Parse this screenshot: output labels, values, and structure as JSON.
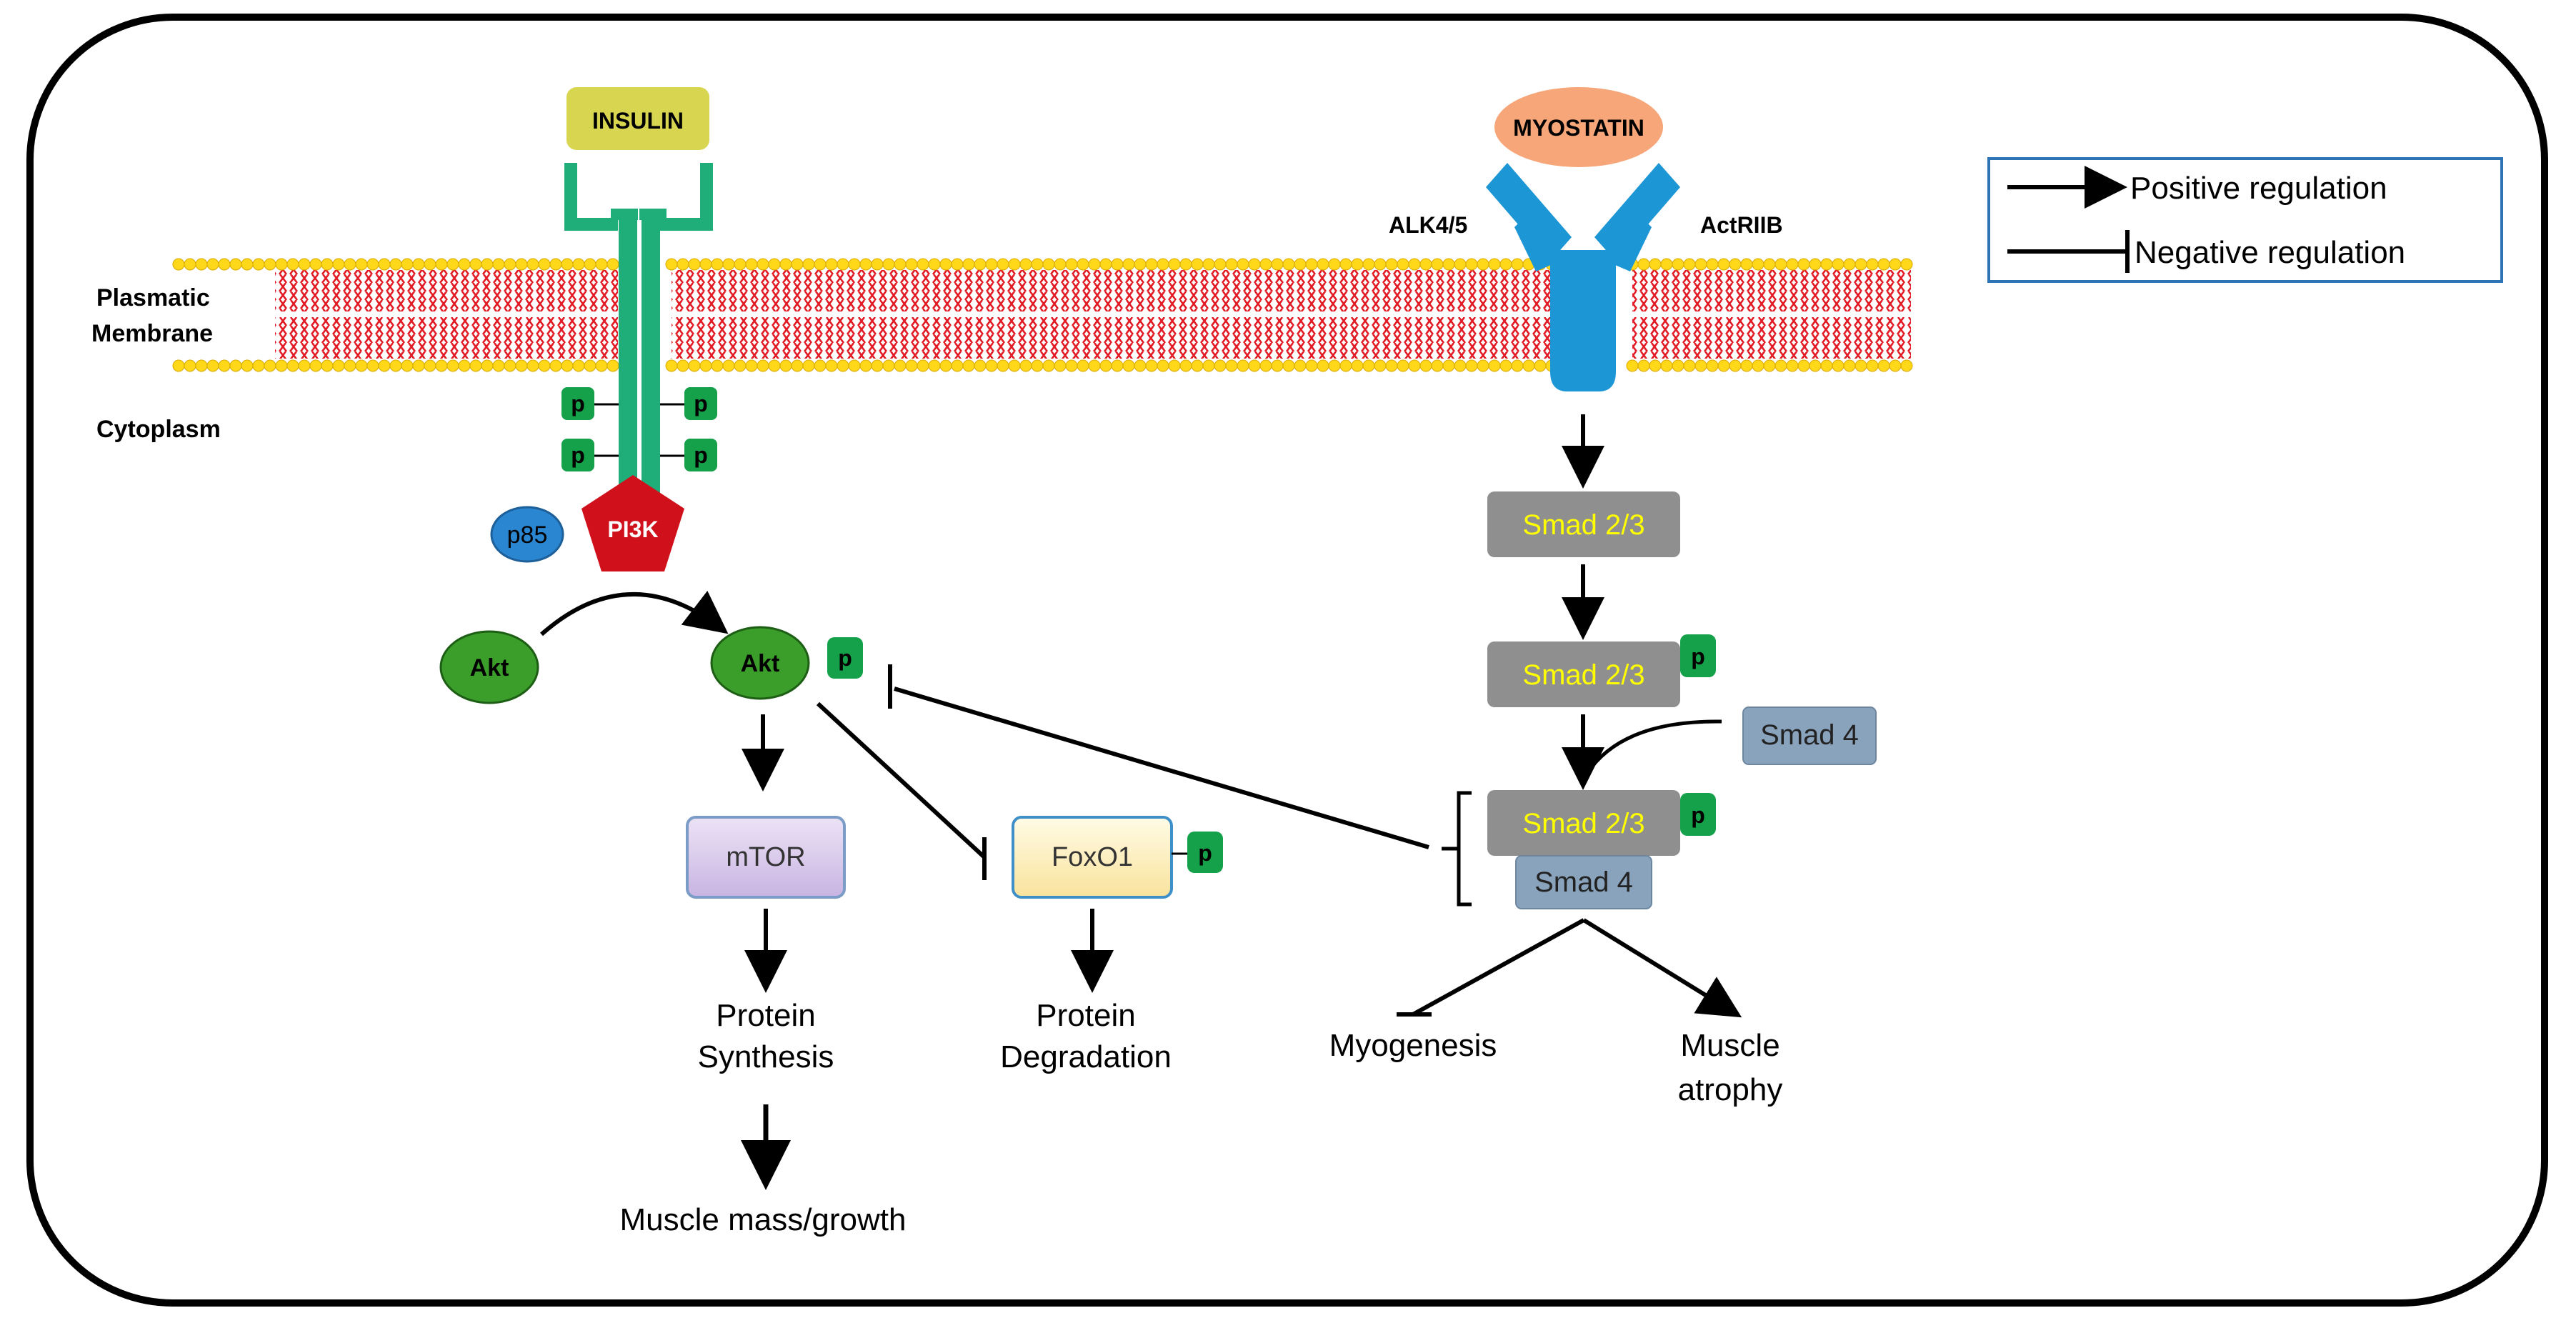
{
  "membrane": {
    "label_line1": "Plasmatic",
    "label_line2": "Membrane",
    "cytoplasm_label": "Cytoplasm"
  },
  "insulin_pathway": {
    "ligand": "INSULIN",
    "phospho_label": "p",
    "p85": "p85",
    "pi3k": "PI3K",
    "akt": "Akt",
    "akt_phospho": "Akt",
    "mtor": "mTOR",
    "foxo1": "FoxO1",
    "protein_synthesis_line1": "Protein",
    "protein_synthesis_line2": "Synthesis",
    "protein_degradation_line1": "Protein",
    "protein_degradation_line2": "Degradation",
    "muscle_mass": "Muscle mass/growth"
  },
  "myostatin_pathway": {
    "ligand": "MYOSTATIN",
    "receptor_left": "ALK4/5",
    "receptor_right": "ActRIIB",
    "smad23": "Smad 2/3",
    "smad4": "Smad 4",
    "myogenesis": "Myogenesis",
    "muscle_atrophy_line1": "Muscle",
    "muscle_atrophy_line2": "atrophy"
  },
  "legend": {
    "positive": "Positive regulation",
    "negative": "Negative regulation"
  },
  "colors": {
    "receptor_green": "#1fae7a",
    "phospho_green": "#15a04a",
    "akt_green": "#3c9e2a",
    "pi3k_red": "#d0101a",
    "p85_blue": "#2a86d0",
    "myostatin_salmon": "#f6a678",
    "receptor_blue": "#1c96d4",
    "smad_gray": "#8f8f8f",
    "smad_yellow_text": "#ffff00",
    "smad4_slate": "#8aa3bd",
    "insulin_olive": "#d8d550",
    "lipid_red": "#e11a23",
    "lipid_yellow": "#ffd81a",
    "mtor_lavender": "#d9c9ec",
    "foxo1_cream": "#fdf0c0"
  }
}
